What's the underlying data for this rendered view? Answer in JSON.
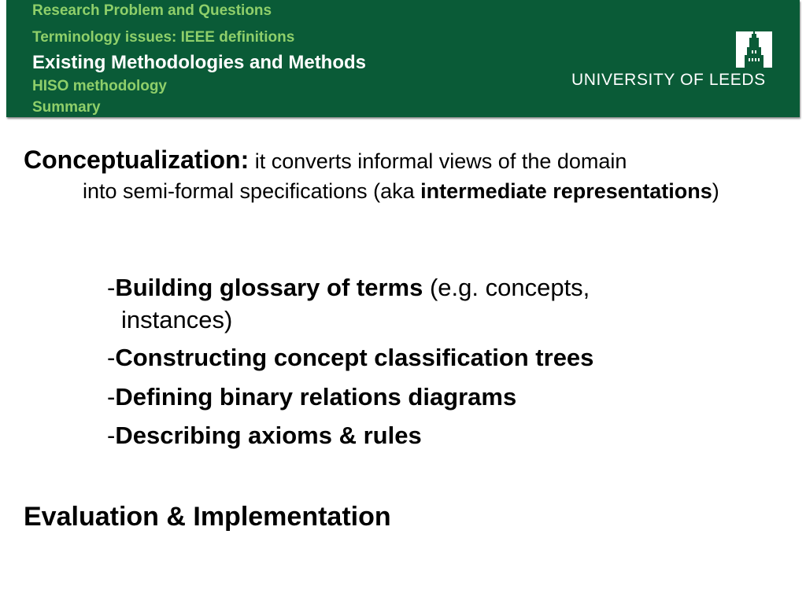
{
  "nav": {
    "items": [
      {
        "label": "Research Problem and Questions",
        "active": false
      },
      {
        "label": "Terminology issues: IEEE definitions",
        "active": false
      },
      {
        "label": "Existing Methodologies and Methods",
        "active": true
      },
      {
        "label": "HISO methodology",
        "active": false
      },
      {
        "label": "Summary",
        "active": false
      }
    ]
  },
  "logo": {
    "text": "UNIVERSITY OF LEEDS",
    "icon": "leeds-tower-logo-icon"
  },
  "colors": {
    "header_bg": "#0a5b37",
    "nav_inactive": "#8fcf6a",
    "nav_active": "#ffffff"
  },
  "content": {
    "conceptualization": {
      "term": "Conceptualization:",
      "text1": " it converts informal views of the domain",
      "text2": "into semi-formal specifications (aka ",
      "bold": "intermediate representations",
      "text3": ")"
    },
    "steps": [
      {
        "dash": "-",
        "bold": "Building glossary of terms",
        "rest": " (e.g. concepts,",
        "rest2": "instances)"
      },
      {
        "dash": "-",
        "bold": "Constructing concept classification trees",
        "rest": ""
      },
      {
        "dash": "-",
        "bold": "Defining binary relations diagrams",
        "rest": ""
      },
      {
        "dash": "-",
        "bold": "Describing axioms & rules",
        "rest": ""
      }
    ],
    "evaluation": "Evaluation & Implementation"
  }
}
